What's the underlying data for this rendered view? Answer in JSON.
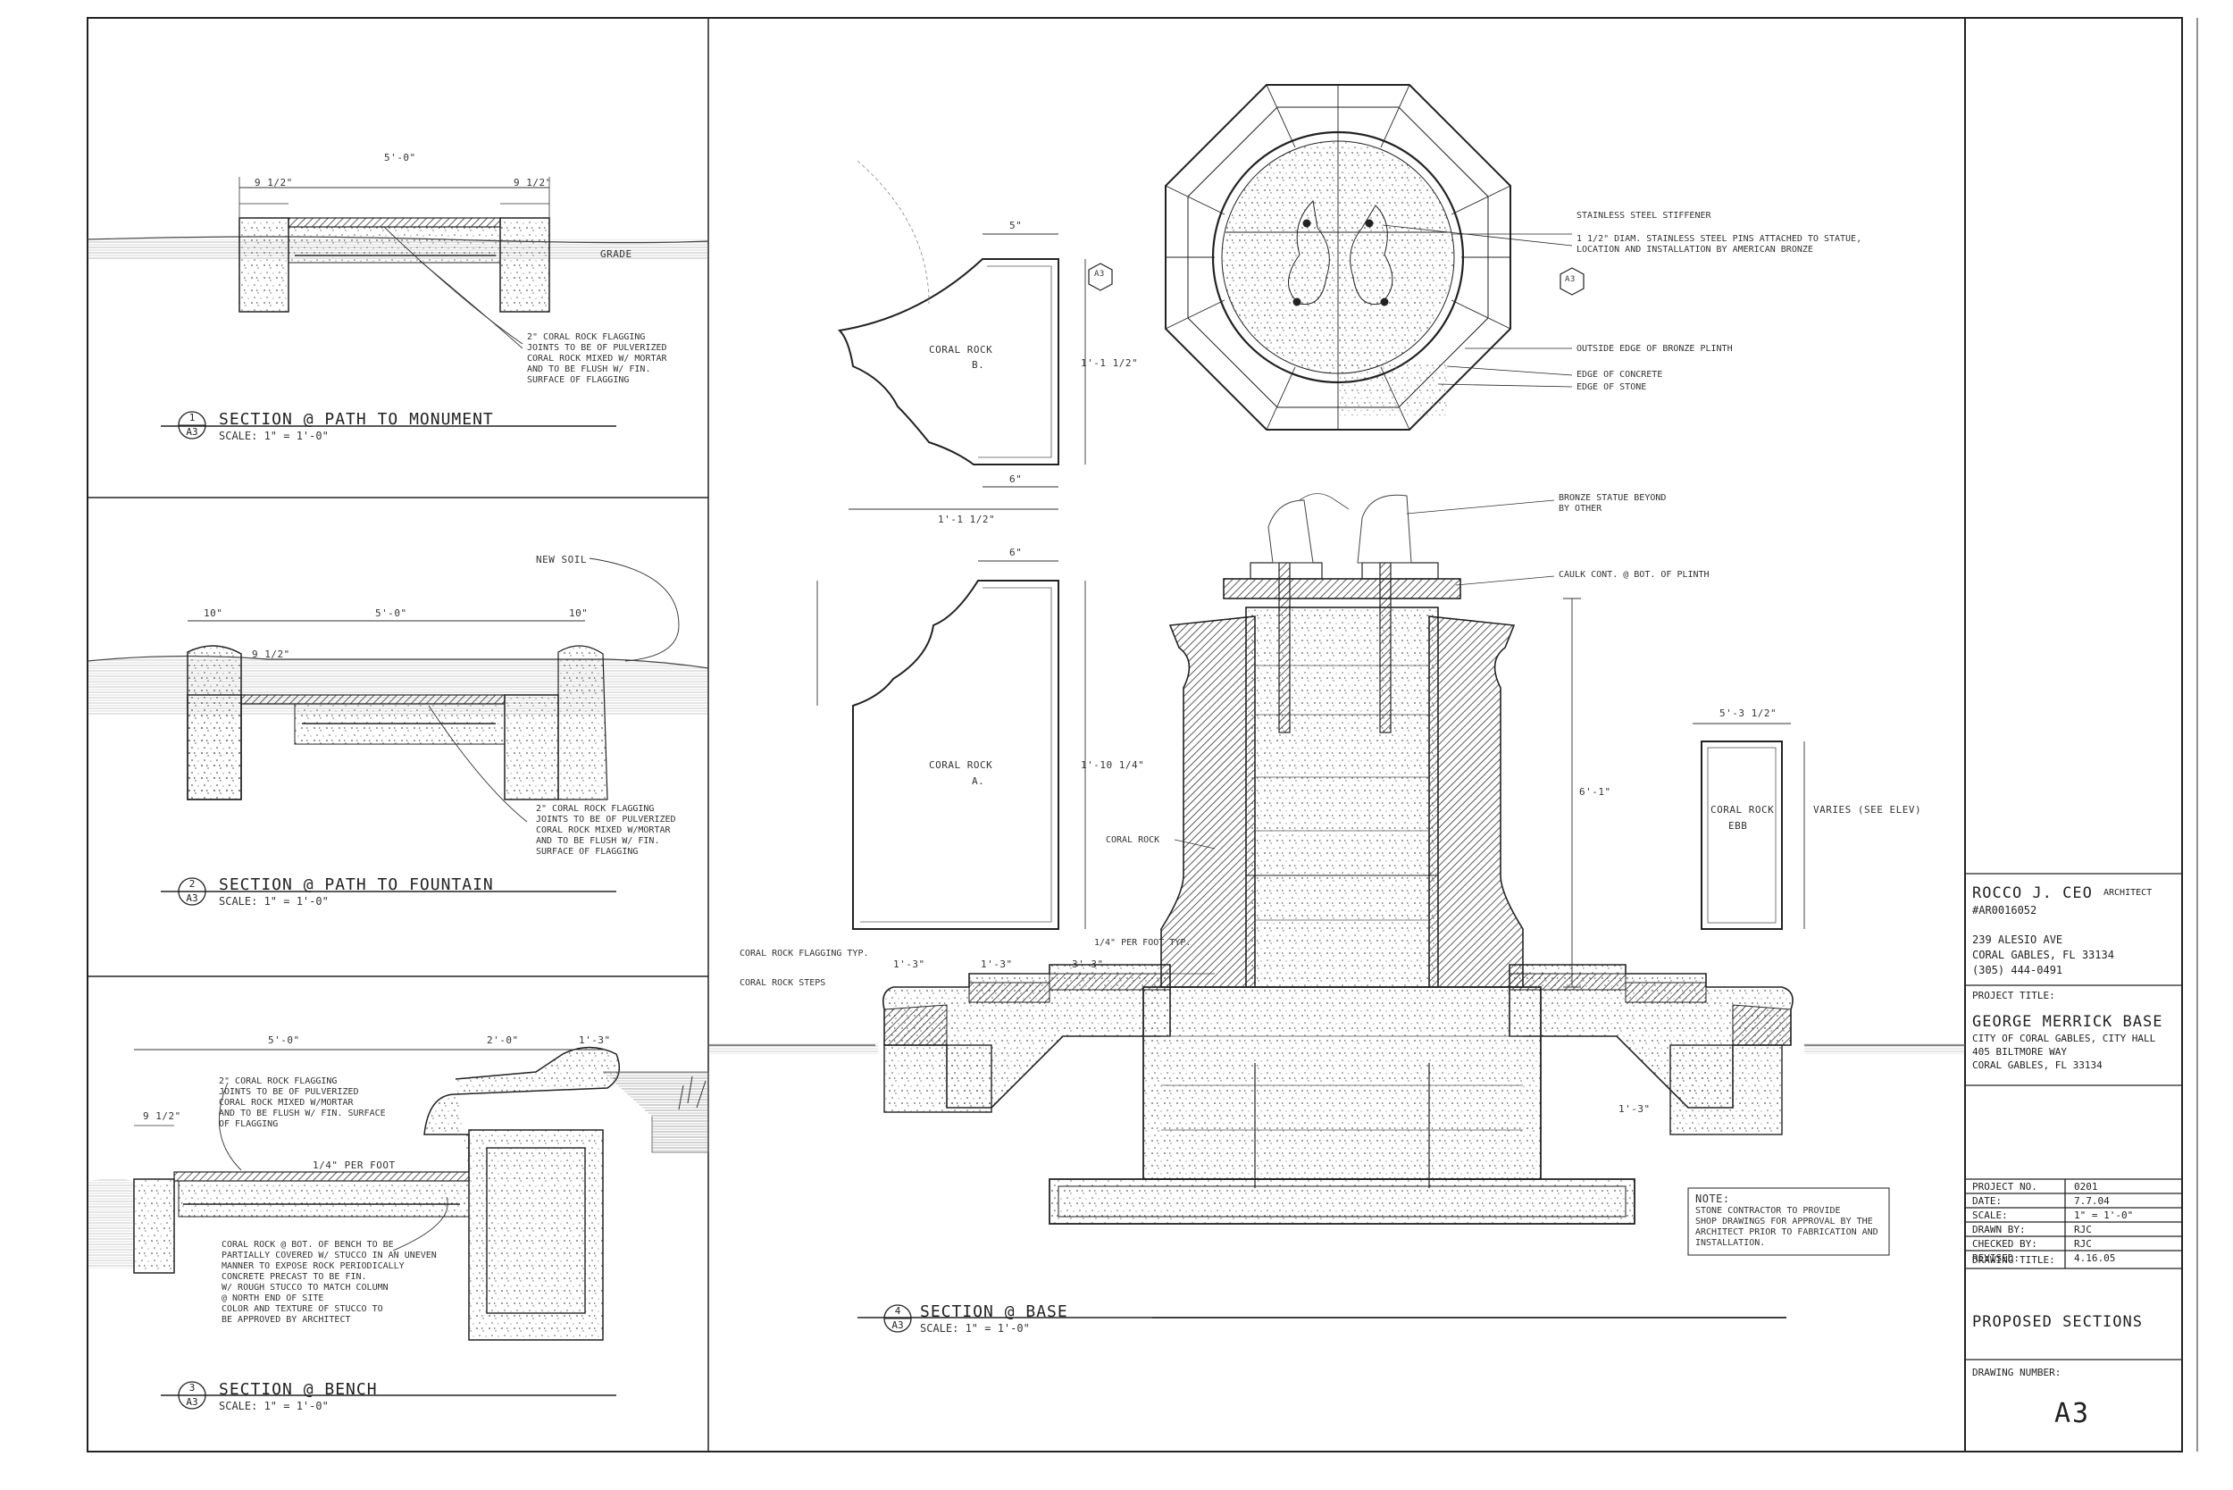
{
  "sections": {
    "s1": {
      "number": "1",
      "sheet": "A3",
      "title": "SECTION @ PATH TO MONUMENT",
      "scale": "SCALE: 1\" = 1'-0\""
    },
    "s2": {
      "number": "2",
      "sheet": "A3",
      "title": "SECTION @ PATH TO FOUNTAIN",
      "scale": "SCALE: 1\" = 1'-0\""
    },
    "s3": {
      "number": "3",
      "sheet": "A3",
      "title": "SECTION @ BENCH",
      "scale": "SCALE: 1\" = 1'-0\""
    },
    "s4": {
      "number": "4",
      "sheet": "A3",
      "title": "SECTION @ BASE",
      "scale": "SCALE: 1\" = 1'-0\""
    }
  },
  "labels": {
    "s1_width": "5'-0\"",
    "s1_left_dim": "9 1/2\"",
    "s1_right_dim": "9 1/2\"",
    "s1_grade": "GRADE",
    "s1_note": "2\" CORAL ROCK FLAGGING\nJOINTS TO BE OF PULVERIZED\nCORAL ROCK MIXED W/ MORTAR\nAND TO BE FLUSH W/ FIN.\nSURFACE OF FLAGGING",
    "s2_new_soil": "NEW SOIL",
    "s2_width": "5'-0\"",
    "s2_left": "10\"",
    "s2_right": "10\"",
    "s2_inner": "9 1/2\"",
    "s2_note": "2\" CORAL ROCK FLAGGING\nJOINTS TO BE OF PULVERIZED\nCORAL ROCK MIXED W/MORTAR\nAND TO BE FLUSH W/ FIN.\nSURFACE OF FLAGGING",
    "s3_width": "5'-0\"",
    "s3_mid": "2'-0\"",
    "s3_right": "1'-3\"",
    "s3_inner": "9 1/2\"",
    "s3_slope": "1/4\" PER FOOT",
    "s3_note_top": "2\" CORAL ROCK FLAGGING\nJOINTS TO BE OF PULVERIZED\nCORAL ROCK MIXED W/MORTAR\nAND TO BE FLUSH W/ FIN. SURFACE\nOF FLAGGING",
    "s3_note_bottom": "CORAL ROCK @ BOT. OF BENCH TO BE\nPARTIALLY COVERED W/ STUCCO IN AN UNEVEN\nMANNER TO EXPOSE ROCK PERIODICALLY\nCONCRETE PRECAST TO BE FIN.\nW/ ROUGH STUCCO TO MATCH COLUMN\n@ NORTH END OF SITE\nCOLOR AND TEXTURE OF STUCCO TO\nBE APPROVED BY ARCHITECT",
    "coral_rock_b": "CORAL ROCK",
    "coral_rock_b_letter": "B.",
    "coral_rock_a": "CORAL ROCK",
    "coral_rock_a_letter": "A.",
    "coral_rock_ebb": "CORAL ROCK",
    "coral_rock_ebb_letter": "EBB",
    "dim_5in": "5\"",
    "dim_6in_top": "6\"",
    "dim_6in_bot": "6\"",
    "dim_1_1half": "1'-1 1/2\"",
    "dim_1_10": "1'-10 1/4\"",
    "dim_5_3": "5'-3 1/2\"",
    "dim_varies": "VARIES (SEE ELEV)",
    "plan_stiffener": "STAINLESS STEEL STIFFENER",
    "plan_pins": "1 1/2\" DIAM. STAINLESS STEEL PINS ATTACHED TO STATUE,\nLOCATION AND INSTALLATION BY AMERICAN BRONZE",
    "plan_plinth": "OUTSIDE EDGE OF BRONZE PLINTH",
    "plan_concrete": "EDGE OF CONCRETE",
    "plan_stone": "EDGE OF STONE",
    "base_statue": "BRONZE STATUE BEYOND\nBY OTHER",
    "base_caulk": "CAULK CONT. @ BOT. OF PLINTH",
    "base_coral_rock": "CORAL ROCK",
    "base_flagging": "CORAL ROCK FLAGGING TYP.",
    "base_steps": "CORAL ROCK STEPS",
    "base_slope": "1/4\" PER FOOT TYP.",
    "base_height": "6'-1\"",
    "base_3_3": "3'-3\"",
    "base_1_3a": "1'-3\"",
    "base_1_3b": "1'-3\"",
    "base_1_3c": "1'-3\"",
    "note_title": "NOTE:",
    "note_body": "STONE CONTRACTOR TO PROVIDE\nSHOP DRAWINGS FOR APPROVAL BY THE\nARCHITECT PRIOR TO FABRICATION AND\nINSTALLATION.",
    "plan_ref_left": "A3",
    "plan_ref_right": "A3"
  },
  "title_block": {
    "architect_name": "ROCCO J. CEO",
    "architect_role": "ARCHITECT",
    "license": "#AR0016052",
    "address1": "239 ALESIO AVE",
    "address2": "CORAL GABLES, FL 33134",
    "phone": "(305) 444-0491",
    "project_title_label": "PROJECT TITLE:",
    "project_title": "GEORGE MERRICK BASE",
    "project_line1": "CITY OF CORAL GABLES, CITY HALL",
    "project_line2": "405 BILTMORE WAY",
    "project_line3": "CORAL GABLES, FL 33134",
    "rows": [
      {
        "label": "PROJECT NO.",
        "value": "0201"
      },
      {
        "label": "DATE:",
        "value": "7.7.04"
      },
      {
        "label": "SCALE:",
        "value": "1\" = 1'-0\""
      },
      {
        "label": "DRAWN BY:",
        "value": "RJC"
      },
      {
        "label": "CHECKED BY:",
        "value": "RJC"
      },
      {
        "label": "REVISED:",
        "value": "4.16.05"
      }
    ],
    "drawing_title_label": "DRAWING TITLE:",
    "drawing_title": "PROPOSED SECTIONS",
    "drawing_number_label": "DRAWING NUMBER:",
    "drawing_number": "A3"
  }
}
